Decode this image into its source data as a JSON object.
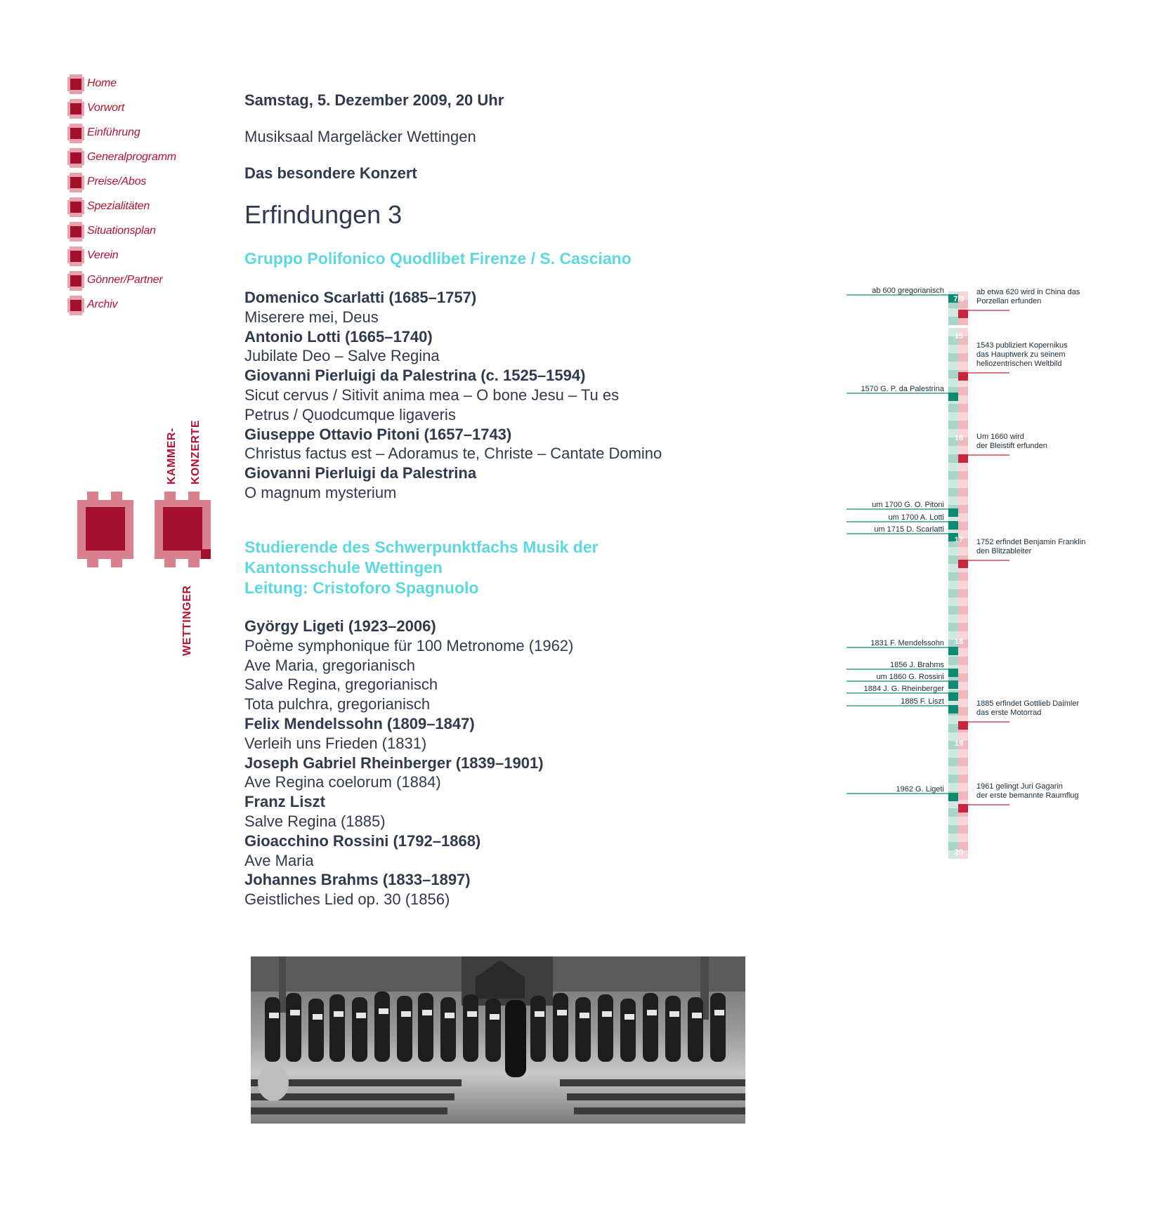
{
  "nav": {
    "items": [
      {
        "label": "Home"
      },
      {
        "label": "Vorwort"
      },
      {
        "label": "Einführung"
      },
      {
        "label": "Generalprogramm"
      },
      {
        "label": "Preise/Abos"
      },
      {
        "label": "Spezialitäten"
      },
      {
        "label": "Situationsplan"
      },
      {
        "label": "Verein"
      },
      {
        "label": "Gönner/Partner"
      },
      {
        "label": "Archiv"
      }
    ]
  },
  "logo": {
    "line1": "KAMMER-",
    "line2": "KONZERTE",
    "line3": "WETTINGER"
  },
  "event": {
    "date": "Samstag, 5. Dezember 2009, 20 Uhr",
    "venue": "Musiksaal Margeläcker Wettingen",
    "subtitle": "Das besondere Konzert",
    "title": "Erfindungen 3"
  },
  "part1": {
    "ensemble": "Gruppo Polifonico Quodlibet Firenze / S. Casciano",
    "program": [
      {
        "composer": "Domenico Scarlatti (1685–1757)",
        "work": "Miserere mei, Deus"
      },
      {
        "composer": "Antonio Lotti (1665–1740)",
        "work": "Jubilate Deo – Salve Regina"
      },
      {
        "composer": "Giovanni Pierluigi da Palestrina (c. 1525–1594)",
        "work": "Sicut cervus / Sitivit anima mea – O bone Jesu – Tu es",
        "work2": "Petrus / Quodcumque ligaveris"
      },
      {
        "composer": "Giuseppe Ottavio Pitoni (1657–1743)",
        "work": "Christus factus est – Adoramus te, Christe – Cantate Domino"
      },
      {
        "composer": "Giovanni Pierluigi da Palestrina",
        "work": "O magnum mysterium"
      }
    ]
  },
  "part2": {
    "ensemble_line1": "Studierende des Schwerpunktfachs Musik der",
    "ensemble_line2": "Kantonsschule Wettingen",
    "ensemble_line3": "Leitung: Cristoforo Spagnuolo",
    "program": [
      {
        "composer": "György Ligeti (1923–2006)",
        "works": [
          "Poème symphonique für 100 Metronome (1962)",
          "Ave Maria, gregorianisch",
          "Salve Regina, gregorianisch",
          "Tota pulchra, gregorianisch"
        ]
      },
      {
        "composer": "Felix Mendelssohn (1809–1847)",
        "works": [
          "Verleih uns Frieden (1831)"
        ]
      },
      {
        "composer": "Joseph Gabriel Rheinberger (1839–1901)",
        "works": [
          "Ave Regina coelorum (1884)"
        ]
      },
      {
        "composer": "Franz Liszt",
        "works": [
          "Salve Regina (1885)"
        ]
      },
      {
        "composer": "Gioacchino Rossini (1792–1868)",
        "works": [
          "Ave Maria"
        ]
      },
      {
        "composer": "Johannes Brahms (1833–1897)",
        "works": [
          "Geistliches Lied op. 30 (1856)"
        ]
      }
    ]
  },
  "timeline": {
    "century_labels": [
      "7/9",
      "15",
      "16",
      "17",
      "18",
      "19",
      "20"
    ],
    "left_entries": [
      "ab 600 gregorianisch",
      "1570 G. P. da Palestrina",
      "um 1700  G. O. Pitoni",
      "um 1700 A. Lotti",
      "um 1715 D. Scarlatti",
      "1831 F. Mendelssohn",
      "1856 J. Brahms",
      "um 1860 G. Rossini",
      "1884 J. G. Rheinberger",
      "1885 F. Liszt",
      "1962 G. Ligeti"
    ],
    "right_entries": [
      {
        "line1": "ab etwa 620 wird in China das",
        "line2": "Porzellan erfunden"
      },
      {
        "line1": "1543 publiziert Kopernikus",
        "line2": "das Hauptwerk zu seinem",
        "line3": "heliozentrischen Weltbild"
      },
      {
        "line1": "Um 1660 wird",
        "line2": "der Bleistift erfunden"
      },
      {
        "line1": "1752 erfindet Benjamin Franklin",
        "line2": "den Blitzableiter"
      },
      {
        "line1": "1885 erfindet Gottlieb Daimler",
        "line2": "das erste Motorrad"
      },
      {
        "line1": "1961 gelingt Juri Gagarin",
        "line2": "der erste bemannte Raumflug"
      }
    ],
    "colors": {
      "green": "#0e8a73",
      "green_light": "#a8d5c9",
      "red": "#c8243b",
      "red_light": "#f0b8bd"
    }
  },
  "colors": {
    "brand_red": "#b31232",
    "cyan": "#5cd8e0",
    "text": "#2f3a4f"
  }
}
